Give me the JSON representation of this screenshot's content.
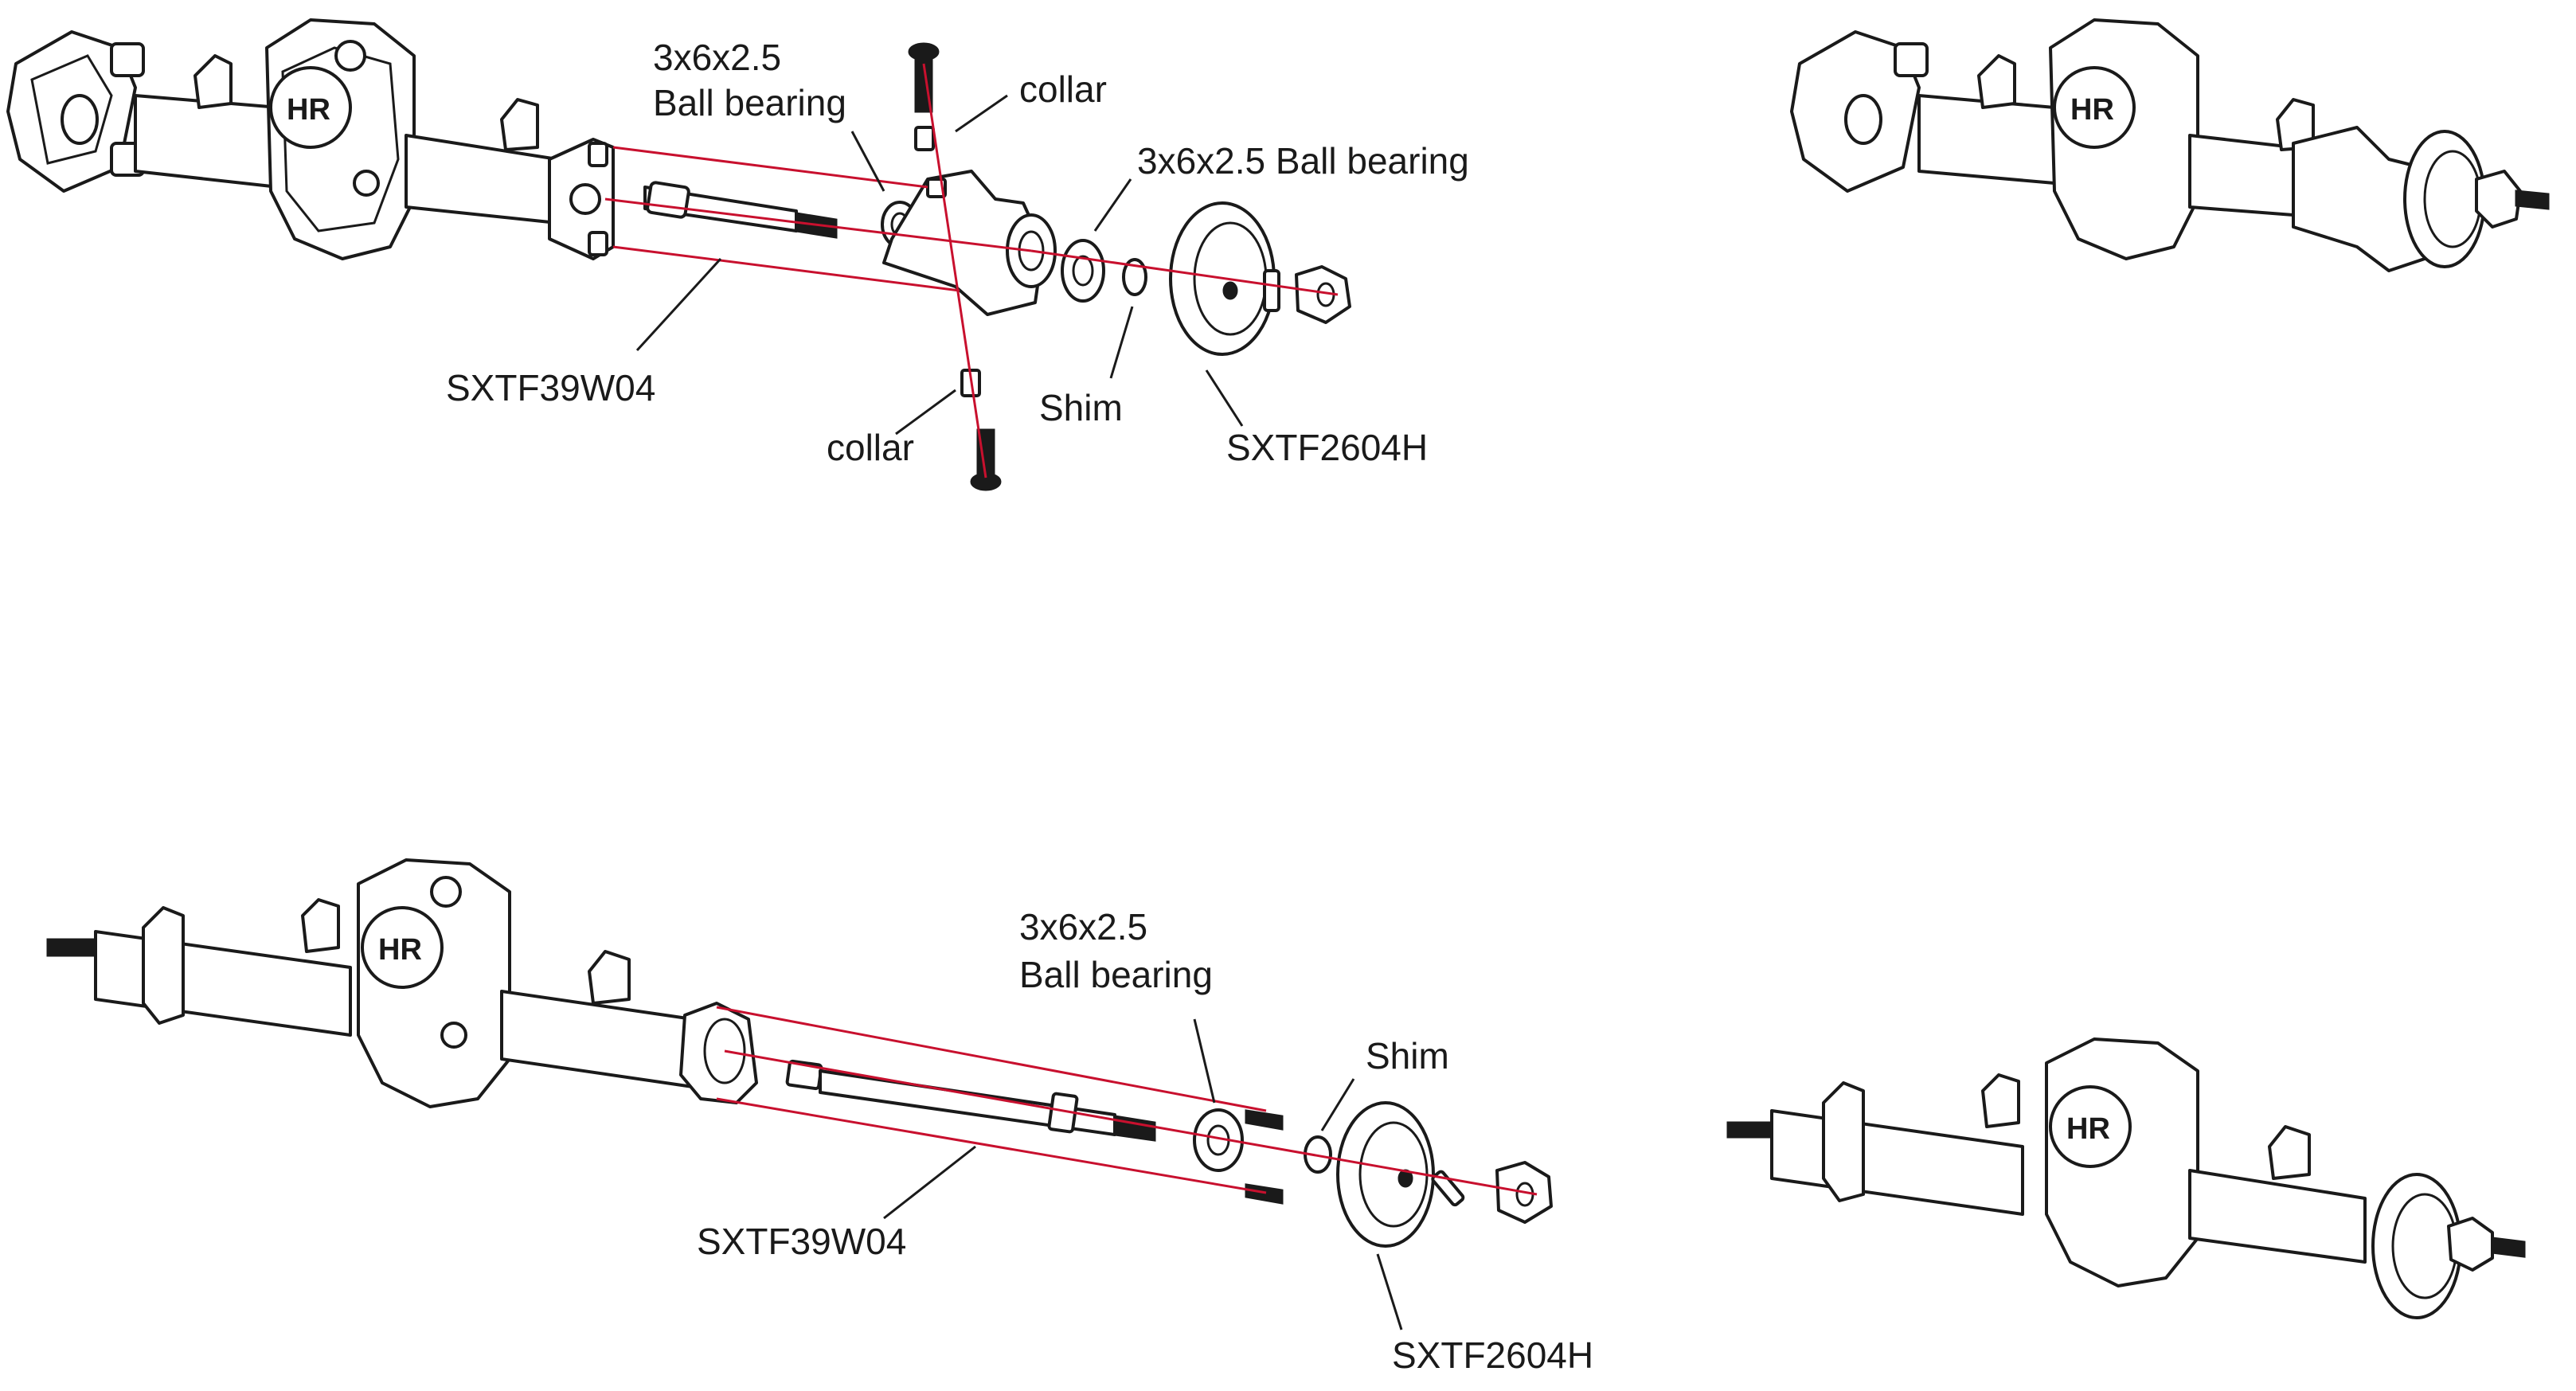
{
  "colors": {
    "line": "#1a1a1a",
    "guide": "#c8102e",
    "background": "#ffffff"
  },
  "top_exploded": {
    "bearing_upper": [
      "3x6x2.5",
      "Ball bearing"
    ],
    "collar_upper": "collar",
    "bearing_right": "3x6x2.5 Ball bearing",
    "shaft": "SXTF39W04",
    "collar_lower": "collar",
    "shim": "Shim",
    "hub": "SXTF2604H"
  },
  "bottom_exploded": {
    "bearing": [
      "3x6x2.5",
      "Ball bearing"
    ],
    "shim": "Shim",
    "shaft": "SXTF39W04",
    "hub": "SXTF2604H"
  },
  "logo_text": "HR"
}
